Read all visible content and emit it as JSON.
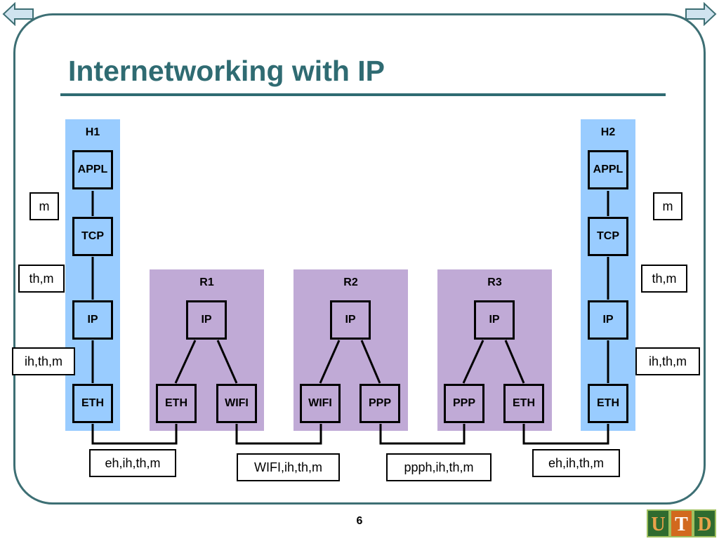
{
  "slide": {
    "title": "Internetworking with IP",
    "page_number": "6"
  },
  "navigation": {
    "prev_icon": "arrow-left-icon",
    "next_icon": "arrow-right-icon"
  },
  "colors": {
    "host": "#99ccff",
    "router": "#c0aad6",
    "title": "#2f6b72",
    "frame": "#3d6f74"
  },
  "nodes": {
    "h1": {
      "label": "H1",
      "layers": [
        "APPL",
        "TCP",
        "IP",
        "ETH"
      ]
    },
    "h2": {
      "label": "H2",
      "layers": [
        "APPL",
        "TCP",
        "IP",
        "ETH"
      ]
    },
    "r1": {
      "label": "R1",
      "ip": "IP",
      "left_if": "ETH",
      "right_if": "WIFI"
    },
    "r2": {
      "label": "R2",
      "ip": "IP",
      "left_if": "WIFI",
      "right_if": "PPP"
    },
    "r3": {
      "label": "R3",
      "ip": "IP",
      "left_if": "PPP",
      "right_if": "ETH"
    }
  },
  "headers": {
    "h1_app": "m",
    "h1_tcp": "th,m",
    "h1_ip": "ih,th,m",
    "h2_app": "m",
    "h2_tcp": "th,m",
    "h2_ip": "ih,th,m",
    "link1": "eh,ih,th,m",
    "link2": "WIFI,ih,th,m",
    "link3": "ppph,ih,th,m",
    "link4": "eh,ih,th,m"
  },
  "logo": {
    "letters": [
      "U",
      "T",
      "D"
    ]
  }
}
